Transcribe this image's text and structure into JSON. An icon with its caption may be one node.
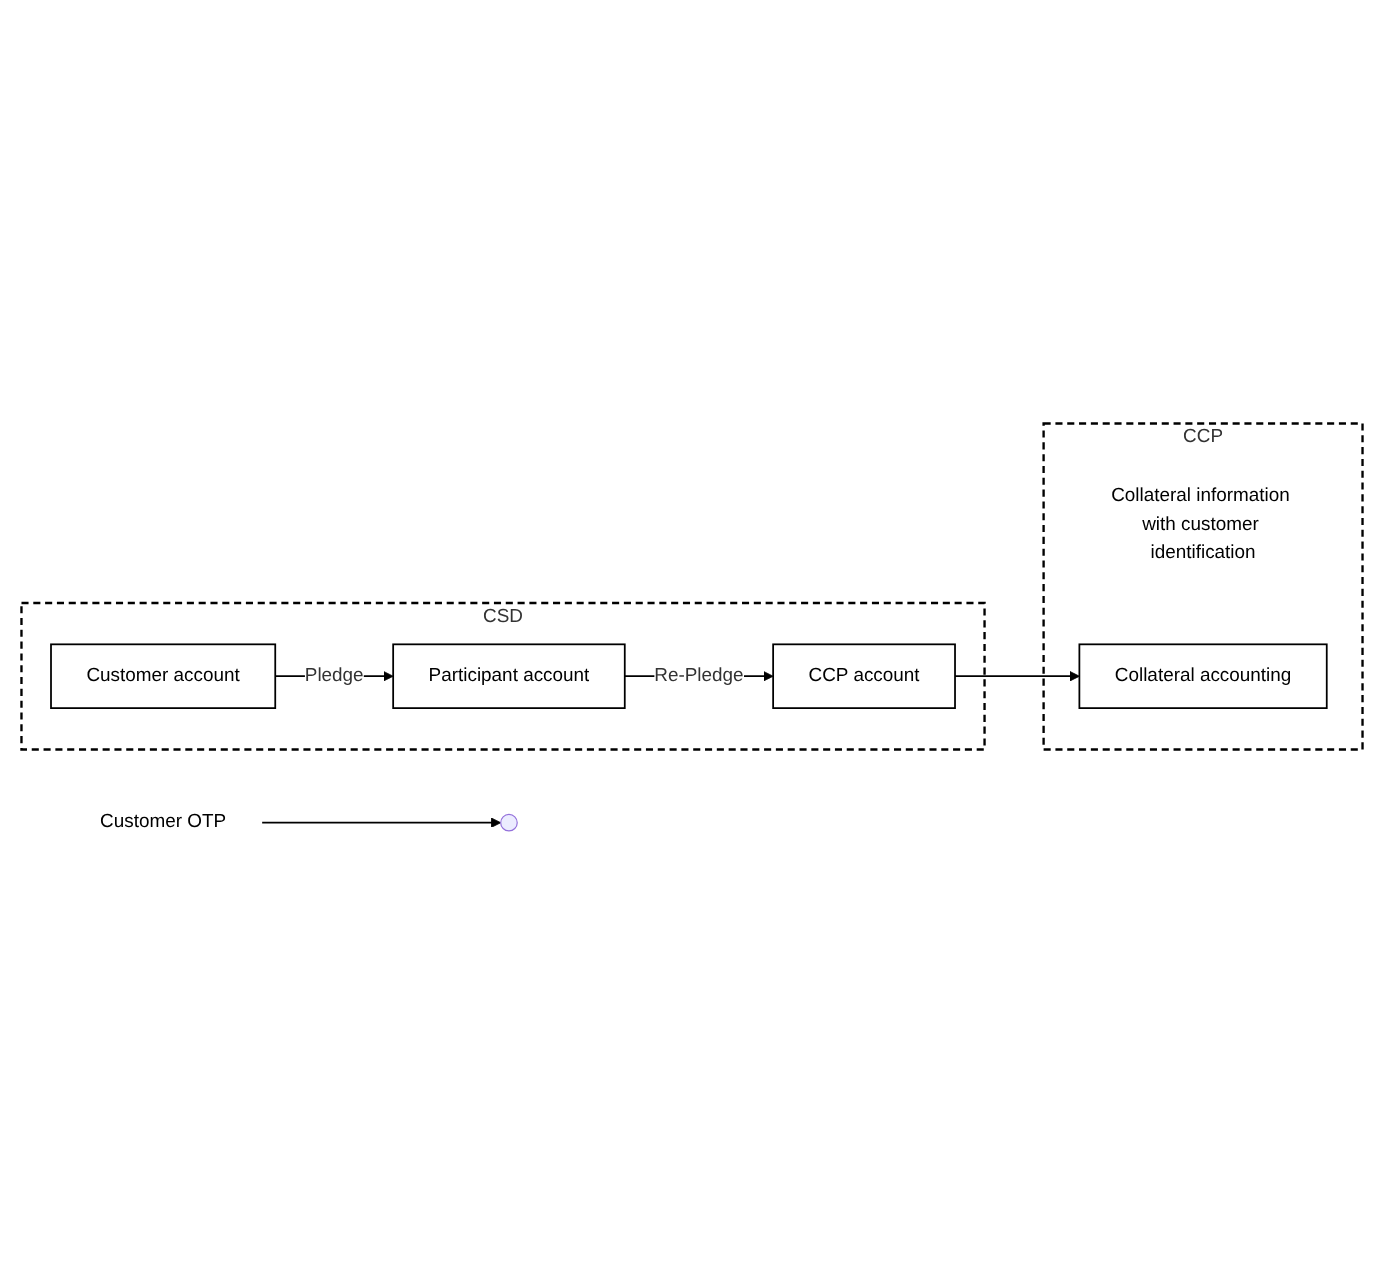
{
  "diagram": {
    "nodes": [
      {
        "text": [
          "CSD"
        ]
      },
      {
        "text": [
          "CCP account"
        ],
        "in": 0
      },
      {
        "text": [
          "Participant account"
        ],
        "in": 0
      },
      {
        "text": [
          "Customer account"
        ],
        "in": 0
      },
      {
        "text": [
          "CCP",
          "Collateral information with customer identification"
        ]
      },
      {
        "text": [
          "Collateral accounting"
        ],
        "in": 4
      },
      {
        "text": [
          "Customer OTP"
        ]
      }
    ],
    "edges": [
      {
        "from": 3,
        "to": 2,
        "arrow": "to",
        "label": "Pledge"
      },
      {
        "from": 2,
        "to": 1,
        "arrow": "to",
        "label": "Re-Pledge"
      },
      {
        "from": 1,
        "to": 5,
        "arrow": "to"
      },
      {
        "from": 6,
        "to": null,
        "arrow": "to"
      }
    ]
  }
}
